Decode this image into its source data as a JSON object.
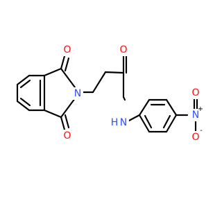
{
  "molecule": {
    "atoms": {
      "o_top": {
        "label": "O",
        "color": "#ff0d0d"
      },
      "o_bottom": {
        "label": "O",
        "color": "#ff0d0d"
      },
      "n_imide": {
        "label": "N",
        "color": "#3050f8"
      },
      "o_amide": {
        "label": "O",
        "color": "#ff0d0d"
      },
      "n_amide": {
        "label": "N",
        "color": "#3050f8"
      },
      "h_amide": {
        "label": "H",
        "color": "#3050f8"
      },
      "n_nitro": {
        "label": "N",
        "color": "#3050f8"
      },
      "o_nitro_top": {
        "label": "O",
        "color": "#ff0d0d"
      },
      "o_nitro_bottom": {
        "label": "O",
        "color": "#ff0d0d"
      },
      "charge_plus": {
        "label": "+",
        "color": "#000000"
      },
      "charge_minus": {
        "label": "-",
        "color": "#000000"
      }
    }
  }
}
